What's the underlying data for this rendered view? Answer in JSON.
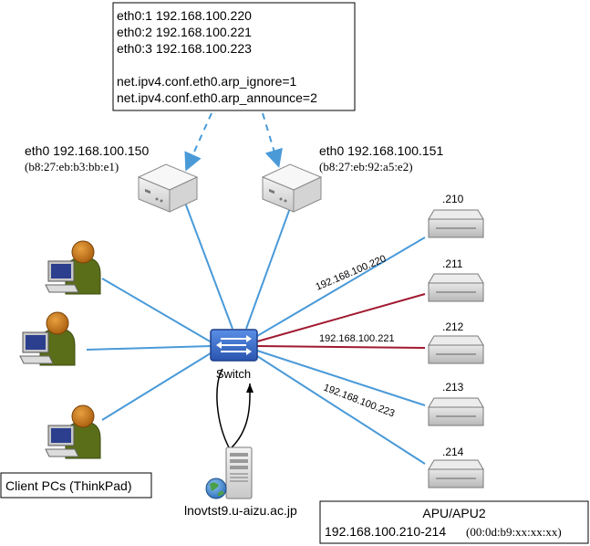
{
  "config_box": {
    "lines": [
      "eth0:1 192.168.100.220",
      "eth0:2 192.168.100.221",
      "eth0:3 192.168.100.223",
      "",
      "net.ipv4.conf.eth0.arp_ignore=1",
      "net.ipv4.conf.eth0.arp_announce=2"
    ]
  },
  "servers": [
    {
      "label": "eth0 192.168.100.150",
      "mac": "(b8:27:eb:b3:bb:e1)"
    },
    {
      "label": "eth0 192.168.100.151",
      "mac": "(b8:27:eb:92:a5:e2)"
    }
  ],
  "switch": {
    "label": "Switch"
  },
  "apus": [
    {
      "label": ".210"
    },
    {
      "label": ".211"
    },
    {
      "label": ".212"
    },
    {
      "label": ".213"
    },
    {
      "label": ".214"
    }
  ],
  "link_labels": {
    "vip1": "192.168.100.220",
    "vip2": "192.168.100.221",
    "vip3": "192.168.100.223"
  },
  "client_box": {
    "label": "Client PCs (ThinkPad)"
  },
  "web_server": {
    "label": "lnovtst9.u-aizu.ac.jp"
  },
  "apu_box": {
    "title": "APU/APU2",
    "range": "192.168.100.210-214",
    "mac": "(00:0d:b9:xx:xx:xx)"
  },
  "colors": {
    "link_blue": "#4a9ad8",
    "link_red": "#a01a30",
    "switch_blue": "#3a6fcf",
    "person_green": "#5a6e1a",
    "person_head": "#c87a1a"
  }
}
